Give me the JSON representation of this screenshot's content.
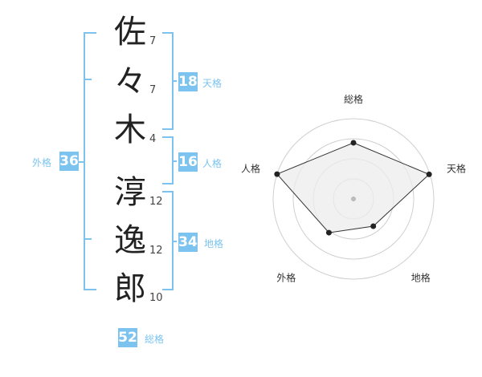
{
  "characters": [
    {
      "char": "佐",
      "strokes": "7"
    },
    {
      "char": "々",
      "strokes": "7"
    },
    {
      "char": "木",
      "strokes": "4"
    },
    {
      "char": "淳",
      "strokes": "12"
    },
    {
      "char": "逸",
      "strokes": "12"
    },
    {
      "char": "郎",
      "strokes": "10"
    }
  ],
  "groups": {
    "tenkaku": {
      "value": "18",
      "label": "天格"
    },
    "jinkaku": {
      "value": "16",
      "label": "人格"
    },
    "chikaku": {
      "value": "34",
      "label": "地格"
    },
    "gaikaku": {
      "value": "36",
      "label": "外格"
    },
    "soukaku": {
      "value": "52",
      "label": "総格"
    }
  },
  "radar": {
    "axes": [
      "総格",
      "天格",
      "地格",
      "外格",
      "人格"
    ],
    "levels": 4,
    "values": [
      0.7,
      0.99,
      0.42,
      0.52,
      1.0
    ],
    "colors": {
      "ring": "#cfcfcf",
      "fill": "#ececec",
      "polygon": "#333333",
      "point": "#222222",
      "center": "#bbbbbb",
      "accent": "#7cc4ef"
    }
  }
}
